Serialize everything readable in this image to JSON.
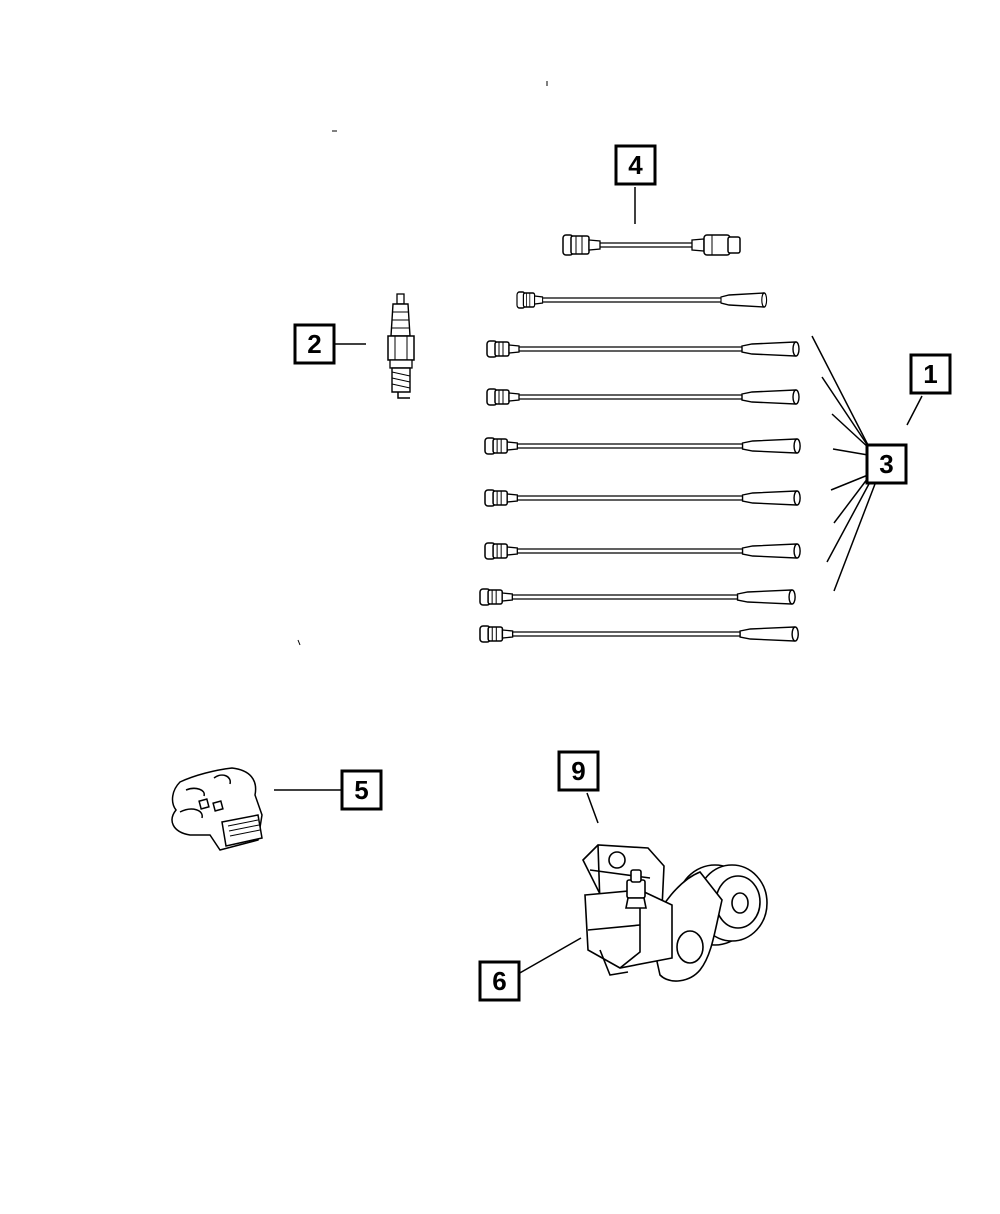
{
  "diagram": {
    "callouts": [
      {
        "id": "c1",
        "label": "1"
      },
      {
        "id": "c2",
        "label": "2"
      },
      {
        "id": "c3",
        "label": "3"
      },
      {
        "id": "c4",
        "label": "4"
      },
      {
        "id": "c5",
        "label": "5"
      },
      {
        "id": "c6",
        "label": "6"
      },
      {
        "id": "c9",
        "label": "9"
      }
    ]
  }
}
